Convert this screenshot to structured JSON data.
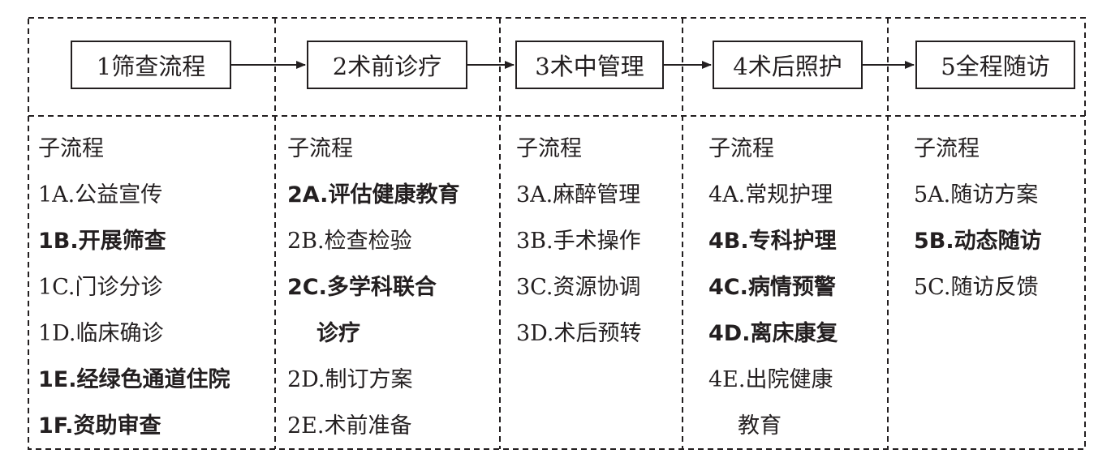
{
  "stages": [
    {
      "label": "1筛查流程"
    },
    {
      "label": "2术前诊疗"
    },
    {
      "label": "3术中管理"
    },
    {
      "label": "4术后照护"
    },
    {
      "label": "5全程随访"
    }
  ],
  "columns": [
    {
      "header": "子流程",
      "items": [
        {
          "text": "1A.公益宣传",
          "bold": false
        },
        {
          "text": "1B.开展筛查",
          "bold": true
        },
        {
          "text": "1C.门诊分诊",
          "bold": false
        },
        {
          "text": "1D.临床确诊",
          "bold": false
        },
        {
          "text": "1E.经绿色通道住院",
          "bold": true
        },
        {
          "text": "1F.资助审查",
          "bold": true
        }
      ]
    },
    {
      "header": "子流程",
      "items": [
        {
          "text": "2A.评估健康教育",
          "bold": true
        },
        {
          "text": "2B.检查检验",
          "bold": false
        },
        {
          "text": "2C.多学科联合",
          "bold": true
        },
        {
          "text": "诊疗",
          "bold": true,
          "indent": true
        },
        {
          "text": "2D.制订方案",
          "bold": false
        },
        {
          "text": "2E.术前准备",
          "bold": false
        }
      ]
    },
    {
      "header": "子流程",
      "items": [
        {
          "text": "3A.麻醉管理",
          "bold": false
        },
        {
          "text": "3B.手术操作",
          "bold": false
        },
        {
          "text": "3C.资源协调",
          "bold": false
        },
        {
          "text": "3D.术后预转",
          "bold": false
        }
      ]
    },
    {
      "header": "子流程",
      "items": [
        {
          "text": "4A.常规护理",
          "bold": false
        },
        {
          "text": "4B.专科护理",
          "bold": true
        },
        {
          "text": "4C.病情预警",
          "bold": true
        },
        {
          "text": "4D.离床康复",
          "bold": true
        },
        {
          "text": "4E.出院健康",
          "bold": false
        },
        {
          "text": "教育",
          "bold": false,
          "indent": true
        }
      ]
    },
    {
      "header": "子流程",
      "items": [
        {
          "text": "5A.随访方案",
          "bold": false
        },
        {
          "text": "5B.动态随访",
          "bold": true
        },
        {
          "text": "5C.随访反馈",
          "bold": false
        }
      ]
    }
  ]
}
